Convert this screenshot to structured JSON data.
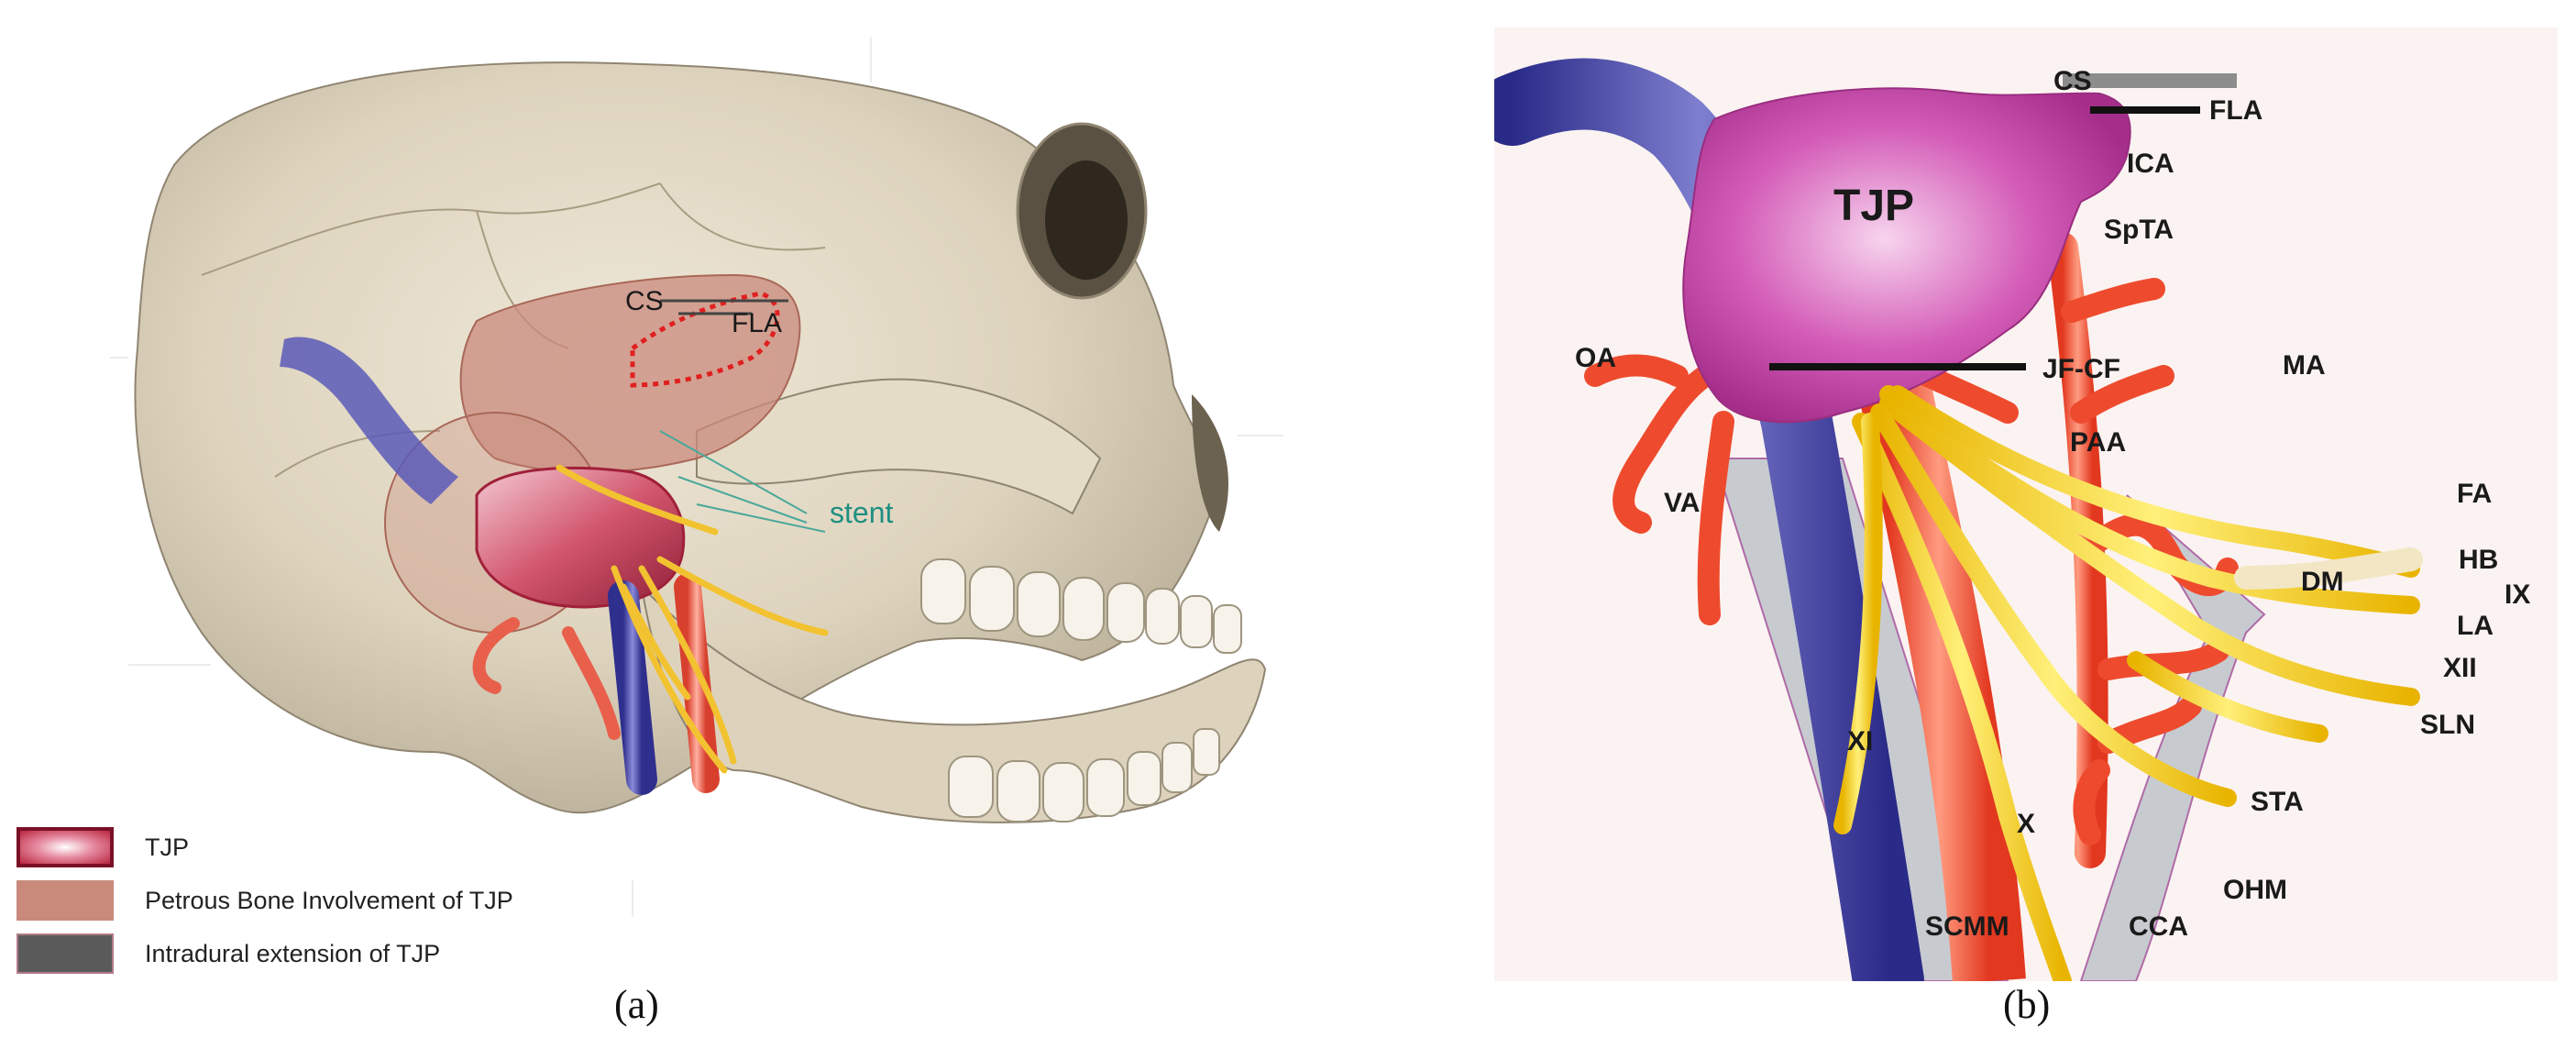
{
  "panel_a": {
    "caption": "(a)",
    "labels": {
      "cs": "CS",
      "fla": "FLA",
      "stent": "stent"
    },
    "legend": [
      {
        "label": "TJP",
        "color": "#c0304a"
      },
      {
        "label": "Petrous Bone Involvement of TJP",
        "color": "#c98a7c"
      },
      {
        "label": "Intradural extension of TJP",
        "color": "#5a5a5a"
      }
    ]
  },
  "panel_b": {
    "caption": "(b)",
    "labels": {
      "cs": "CS",
      "fla": "FLA",
      "ica": "ICA",
      "tjp": "TJP",
      "sptA": "SpTA",
      "oa": "OA",
      "jf_cf": "JF-CF",
      "ma": "MA",
      "paa": "PAA",
      "va": "VA",
      "fa": "FA",
      "hb": "HB",
      "dm": "DM",
      "ix": "IX",
      "la": "LA",
      "xii": "XII",
      "xi": "XI",
      "sln": "SLN",
      "sta": "STA",
      "x": "X",
      "ohm": "OHM",
      "scmm": "SCMM",
      "cca": "CCA"
    }
  }
}
